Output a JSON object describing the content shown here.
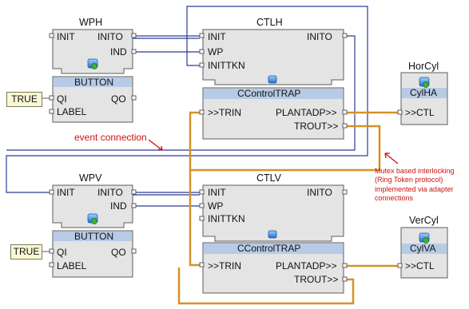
{
  "blocks": {
    "wph": {
      "name": "WPH",
      "type": "BUTTON",
      "inputs": [
        "INIT"
      ],
      "outputs": [
        "INITO",
        "IND"
      ],
      "adapter_in": [
        "QI",
        "LABEL"
      ],
      "adapter_out": [
        "QO"
      ]
    },
    "wpv": {
      "name": "WPV",
      "type": "BUTTON",
      "inputs": [
        "INIT"
      ],
      "outputs": [
        "INITO",
        "IND"
      ],
      "adapter_in": [
        "QI",
        "LABEL"
      ],
      "adapter_out": [
        "QO"
      ]
    },
    "ctlh": {
      "name": "CTLH",
      "type": "CControlTRAP",
      "inputs": [
        "INIT",
        "WP",
        "INITTKN"
      ],
      "outputs": [
        "INITO"
      ],
      "socket": ">>TRIN",
      "plugs": [
        "PLANTADP>>",
        "TROUT>>"
      ]
    },
    "ctlv": {
      "name": "CTLV",
      "type": "CControlTRAP",
      "inputs": [
        "INIT",
        "WP",
        "INITTKN"
      ],
      "outputs": [
        "INITO"
      ],
      "socket": ">>TRIN",
      "plugs": [
        "PLANTADP>>",
        "TROUT>>"
      ]
    },
    "horcyl": {
      "name": "HorCyl",
      "type": "CylHA",
      "socket": ">>CTL"
    },
    "vercyl": {
      "name": "VerCyl",
      "type": "CylVA",
      "socket": ">>CTL"
    }
  },
  "constants": {
    "qi_wph": "TRUE",
    "qi_wpv": "TRUE"
  },
  "annotations": {
    "event_connection": "event connection",
    "mutex_lines": [
      "Mutex based interlocking",
      "(Ring Token protocol)",
      "implemented via adapter",
      "connections"
    ]
  },
  "colors": {
    "block_fill": "#e4e4e4",
    "block_border": "#5c5c5c",
    "type_band": "#b7cbe6",
    "event_wire": "#2c3c94",
    "adapter_wire": "#d59227",
    "annotation": "#d01010",
    "constant_fill": "#fbf8d5"
  }
}
